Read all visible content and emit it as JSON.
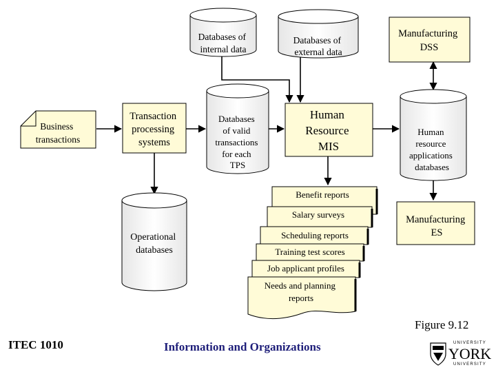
{
  "nodes": {
    "business_transactions": [
      "Business",
      "transactions"
    ],
    "tps": [
      "Transaction",
      "processing",
      "systems"
    ],
    "internal_db": [
      "Databases of",
      "internal data"
    ],
    "external_db": [
      "Databases of",
      "external data"
    ],
    "valid_tx_db": [
      "Databases",
      "of valid",
      "transactions",
      "for each",
      "TPS"
    ],
    "hr_mis": [
      "Human",
      "Resource",
      "MIS"
    ],
    "mfg_dss": [
      "Manufacturing",
      "DSS"
    ],
    "hr_app_db": [
      "Human",
      "resource",
      "applications",
      "databases"
    ],
    "operational_db": [
      "Operational",
      "databases"
    ],
    "mfg_es": [
      "Manufacturing",
      "ES"
    ]
  },
  "reports": [
    [
      "Benefit reports"
    ],
    [
      "Salary surveys"
    ],
    [
      "Scheduling reports"
    ],
    [
      "Training test scores"
    ],
    [
      "Job applicant profiles"
    ],
    [
      "Needs and planning",
      "reports"
    ]
  ],
  "figure_label": "Figure 9.12",
  "footer": {
    "course": "ITEC 1010",
    "title": "Information and Organizations"
  },
  "logo": {
    "top": "UNIVERSITY",
    "main": "YORK",
    "bottom": "UNIVERSITY"
  },
  "colors": {
    "fill": "#fffbd7",
    "title_blue": "#1f1f7a"
  }
}
